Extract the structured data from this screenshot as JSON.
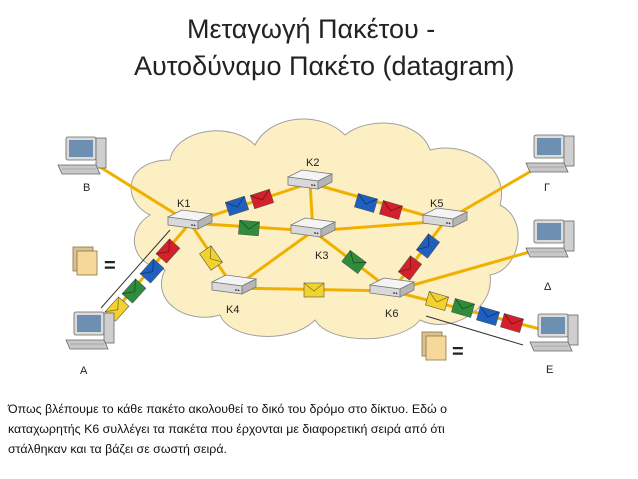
{
  "title": {
    "line1": "Μεταγωγή Πακέτου -",
    "line2": "Αυτοδύναμο Πακέτο (datagram)"
  },
  "hosts": {
    "A": "Α",
    "B": "Β",
    "G": "Γ",
    "D": "Δ",
    "E": "Ε"
  },
  "routers": {
    "K1": "Κ1",
    "K2": "Κ2",
    "K3": "Κ3",
    "K4": "Κ4",
    "K5": "Κ5",
    "K6": "Κ6"
  },
  "equals_sign": "=",
  "caption": {
    "line1": "Όπως βλέπουμε το κάθε πακέτο ακολουθεί το δικό του δρόμο στο δίκτυο.  Εδώ ο",
    "line2": "καταχωρητής Κ6 συλλέγει τα πακέτα που έρχονται με διαφορετική σειρά από ότι",
    "line3": "στάλθηκαν και τα βάζει σε σωστή σειρά."
  },
  "colors": {
    "cloud_fill": "#fdefc4",
    "link": "#f0b000",
    "packet_yellow": "#f2d22e",
    "packet_green": "#2f8c3a",
    "packet_blue": "#1f5fbf",
    "packet_red": "#d4202a"
  }
}
